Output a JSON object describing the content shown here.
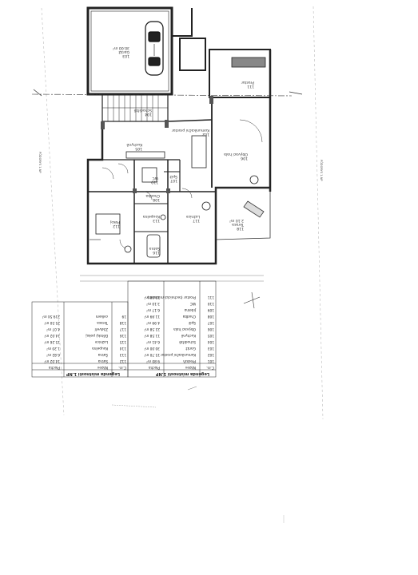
{
  "rooms": [
    {
      "num": "103",
      "name": "Garáž",
      "area": "30.00 m²"
    },
    {
      "num": "111",
      "name": "Prostor",
      "area": ""
    },
    {
      "num": "102",
      "name": "Komunikační prostor",
      "area": ""
    },
    {
      "num": "104",
      "name": "Schodiště",
      "area": ""
    },
    {
      "num": "105",
      "name": "Kuchyně",
      "area": ""
    },
    {
      "num": "106",
      "name": "Obývací hala",
      "area": ""
    },
    {
      "num": "107",
      "name": "Spíž",
      "area": ""
    },
    {
      "num": "108",
      "name": "Chodba",
      "area": ""
    },
    {
      "num": "110",
      "name": "WC",
      "area": ""
    },
    {
      "num": "112",
      "name": "Pokoj",
      "area": ""
    },
    {
      "num": "113",
      "name": "Koupelna",
      "area": ""
    },
    {
      "num": "116",
      "name": "Šatna",
      "area": ""
    },
    {
      "num": "117",
      "name": "Ložnice",
      "area": ""
    },
    {
      "num": "118",
      "name": "Terasa",
      "area": "2.10 m²"
    }
  ],
  "table1": {
    "title": "Legenda místností 1.NP",
    "headers": [
      "Č.m.",
      "Název",
      "Plocha"
    ],
    "rows": [
      [
        "101",
        "Předsíň",
        "9.80 m²"
      ],
      [
        "102",
        "Komunikační prostor",
        "15.70 m²"
      ],
      [
        "103",
        "Garáž",
        "30.00 m²"
      ],
      [
        "104",
        "Schodiště",
        "6.41 m²"
      ],
      [
        "105",
        "Kuchyně",
        "11.58 m²"
      ],
      [
        "106",
        "Obývací hala",
        "22.58 m²"
      ],
      [
        "107",
        "Spíž",
        "4.99 m²"
      ],
      [
        "108",
        "Chodba",
        "11.99 m²"
      ],
      [
        "109",
        "Jídelna",
        "6.17 m²"
      ],
      [
        "110",
        "WC",
        "3.10 m²"
      ],
      [
        "111",
        "Prostor (technická místnost)",
        "13.00 m²"
      ]
    ]
  },
  "table2": {
    "title": "Legenda místností 1.NP",
    "headers": [
      "Č.m.",
      "Název",
      "Plocha"
    ],
    "rows": [
      [
        "112",
        "Šatna",
        "14.02 m²"
      ],
      [
        "113",
        "Šatna",
        "6.82 m²"
      ],
      [
        "114",
        "Koupelna",
        "1.20 m²"
      ],
      [
        "115",
        "Ložnice",
        "15.26 m²"
      ],
      [
        "116",
        "Dětský pokoj",
        "14.02 m²"
      ],
      [
        "117",
        "Zádveří",
        "4.07 m²"
      ],
      [
        "118",
        "Terasa",
        "25.50 m²"
      ],
      [
        "19",
        "celkem",
        "219.54 m²"
      ]
    ]
  },
  "side_labels": {
    "left": "PŮDORYS 1.NP",
    "right": "PŮDORYS 1.NP"
  },
  "colors": {
    "ink": "#2a2a2a",
    "hatch": "#555555",
    "paper": "#ffffff"
  }
}
